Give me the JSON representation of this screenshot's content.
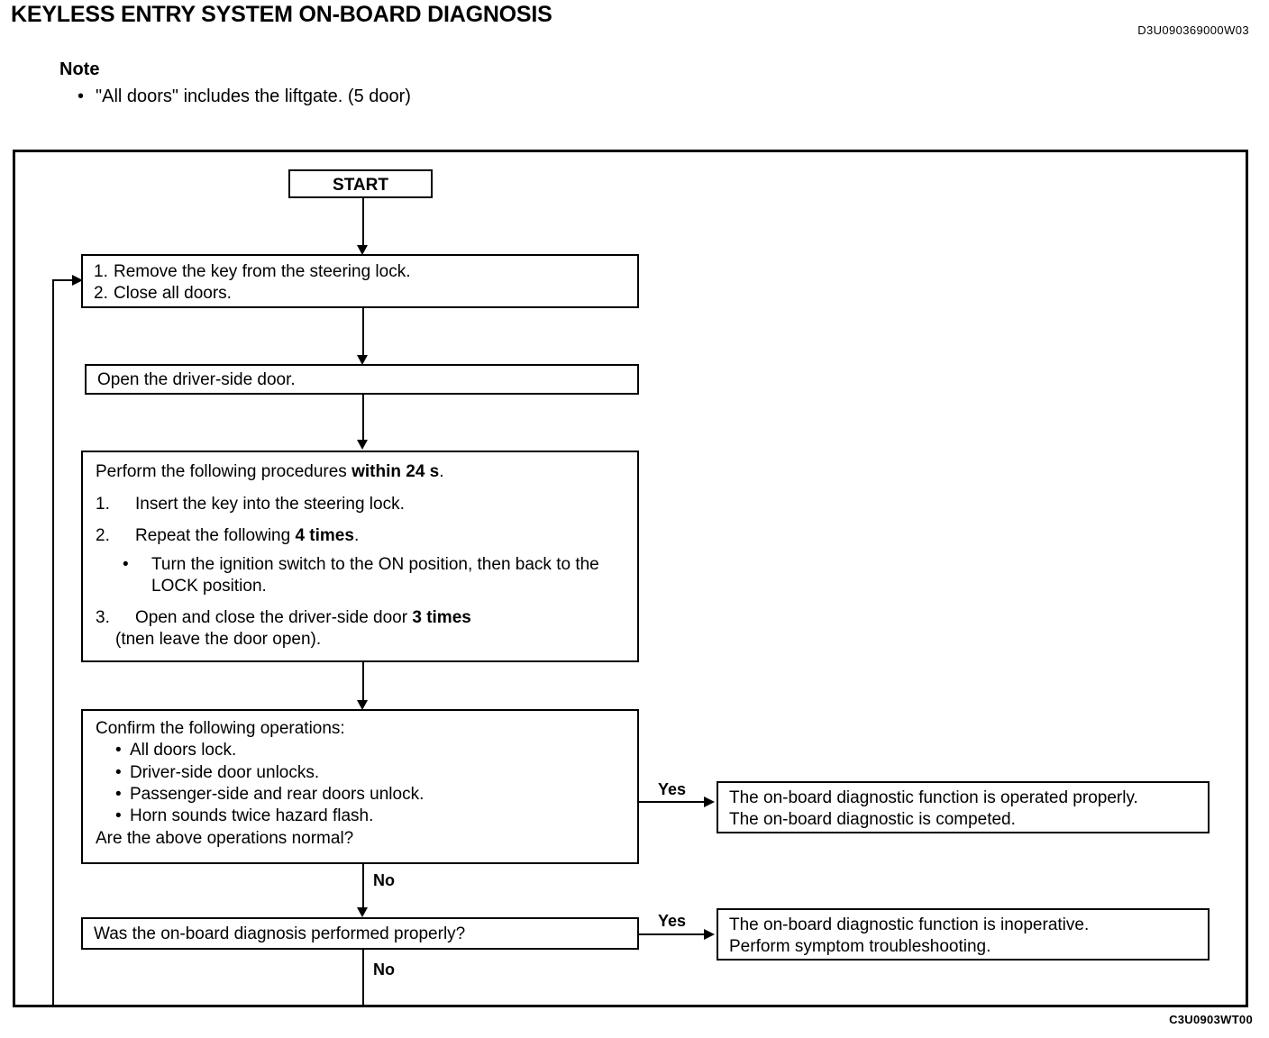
{
  "header": {
    "title": "KEYLESS ENTRY SYSTEM ON-BOARD DIAGNOSIS",
    "doc_code": "D3U090369000W03",
    "note_heading": "Note",
    "note_bullet": "\"All doors\" includes the liftgate. (5 door)"
  },
  "figure": {
    "code": "C3U0903WT00"
  },
  "flow": {
    "start": "START",
    "step1": {
      "line1_num": "1.",
      "line1": "Remove the key from the steering lock.",
      "line2_num": "2.",
      "line2": "Close all doors."
    },
    "step2": "Open the driver-side door.",
    "step3": {
      "intro_a": "Perform the following procedures ",
      "intro_b": "within 24 s",
      "intro_c": ".",
      "item1_num": "1.",
      "item1": "Insert the key into the steering lock.",
      "item2_num": "2.",
      "item2_a": "Repeat the following ",
      "item2_b": "4 times",
      "item2_c": ".",
      "sub_bullet": "Turn the ignition switch to the ON position, then back to the LOCK position.",
      "item3_num": "3.",
      "item3_a": "Open and close the driver-side door ",
      "item3_b": "3 times",
      "item3_c": "",
      "item3_line2": "(tnen leave the door open)."
    },
    "confirm": {
      "intro": "Confirm the following operations:",
      "bullets": [
        "All doors lock.",
        "Driver-side door unlocks.",
        "Passenger-side and rear doors unlock.",
        "Horn sounds twice hazard flash."
      ],
      "question": "Are the above operations normal?"
    },
    "decision2": "Was the on-board diagnosis performed properly?",
    "outcome1": {
      "line1": "The on-board diagnostic function is operated properly.",
      "line2": "The on-board diagnostic is competed."
    },
    "outcome2": {
      "line1": "The on-board diagnostic function is inoperative.",
      "line2": "Perform symptom troubleshooting."
    },
    "labels": {
      "yes1": "Yes",
      "yes2": "Yes",
      "no1": "No",
      "no2": "No"
    }
  }
}
